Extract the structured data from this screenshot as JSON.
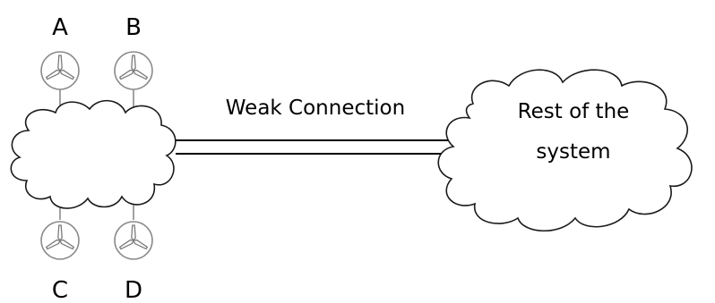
{
  "turbines": {
    "a": {
      "label": "A"
    },
    "b": {
      "label": "B"
    },
    "c": {
      "label": "C"
    },
    "d": {
      "label": "D"
    }
  },
  "connection": {
    "label": "Weak Connection"
  },
  "system": {
    "line1": "Rest of the",
    "line2": "system"
  },
  "colors": {
    "outline": "#000000",
    "turbine_outline": "#8a8a8a"
  }
}
